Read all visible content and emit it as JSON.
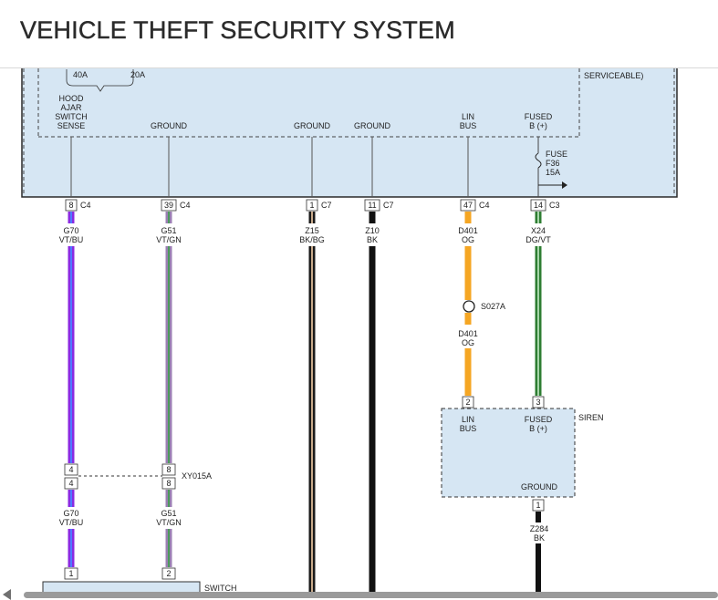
{
  "page": {
    "title": "VEHICLE THEFT SECURITY SYSTEM"
  },
  "module": {
    "fuses_partial": [
      "40A",
      "20A"
    ],
    "serviceable_partial": "SERVICEABLE)",
    "fuse_label": [
      "FUSE",
      "F36",
      "15A"
    ]
  },
  "pins": [
    {
      "label": [
        "HOOD",
        "AJAR",
        "SWITCH",
        "SENSE"
      ],
      "pin": "8",
      "conn": "C4",
      "circuit": "G70",
      "color_code": "VT/BU",
      "colors": [
        "#8a2be2",
        "#4d7bff"
      ]
    },
    {
      "label": [
        "GROUND"
      ],
      "pin": "39",
      "conn": "C4",
      "circuit": "G51",
      "color_code": "VT/GN",
      "colors": [
        "#9b7fb3",
        "#4c9a5c"
      ]
    },
    {
      "label": [
        "GROUND"
      ],
      "pin": "1",
      "conn": "C7",
      "circuit": "Z15",
      "color_code": "BK/BG",
      "colors": [
        "#1a1a1a",
        "#c8a98a"
      ]
    },
    {
      "label": [
        "GROUND"
      ],
      "pin": "11",
      "conn": "C7",
      "circuit": "Z10",
      "color_code": "BK",
      "colors": [
        "#111111"
      ]
    },
    {
      "label": [
        "LIN",
        "BUS"
      ],
      "pin": "47",
      "conn": "C4",
      "circuit": "D401",
      "color_code": "OG",
      "colors": [
        "#f5a623"
      ]
    },
    {
      "label": [
        "FUSED",
        "B (+)"
      ],
      "pin": "14",
      "conn": "C3",
      "circuit": "X24",
      "color_code": "DG/VT",
      "colors": [
        "#2e7d32",
        "#a5d6a7"
      ]
    }
  ],
  "splice": {
    "label": "S027A",
    "circuit": "D401",
    "color_code": "OG"
  },
  "inline_connector": {
    "label": "XY015A",
    "pins_left": [
      "4",
      "4"
    ],
    "pins_right": [
      "8",
      "8"
    ]
  },
  "lower_wires": [
    {
      "circuit": "G70",
      "color_code": "VT/BU",
      "pin": "1"
    },
    {
      "circuit": "G51",
      "color_code": "VT/GN",
      "pin": "2"
    }
  ],
  "switch_partial": "SWITCH",
  "siren": {
    "title": "SIREN",
    "pin_lin": "2",
    "pin_fused": "3",
    "lin_label": [
      "LIN",
      "BUS"
    ],
    "fused_label": [
      "FUSED",
      "B (+)"
    ],
    "ground_label": "GROUND",
    "ground_pin": "1",
    "ground_circuit": "Z284",
    "ground_color_code": "BK"
  },
  "colors": {
    "module_fill": "#d6e6f3",
    "border": "#333333",
    "accent": "#2b2b2b"
  }
}
